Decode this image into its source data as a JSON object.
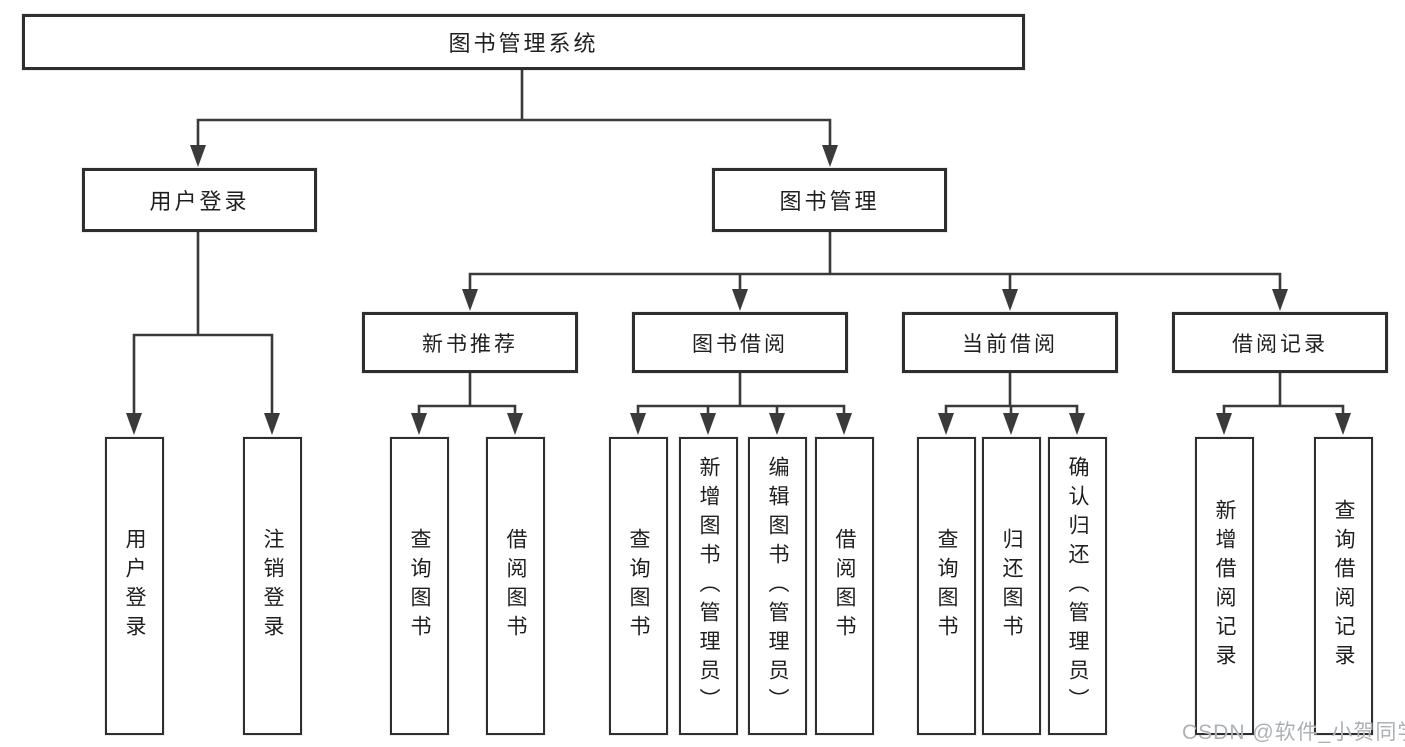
{
  "title": "图书管理系统",
  "watermark": "CSDN @软件_小贺同学",
  "colors": {
    "line": "#3a3a3a",
    "box_border": "#2e2e2e",
    "box_fill": "#ffffff",
    "text": "#1f1f1f",
    "watermark": "#a8adb2",
    "background": "#ffffff"
  },
  "tree": {
    "root": "图书管理系统",
    "children": [
      {
        "label": "用户登录",
        "leaves": [
          "用户登录",
          "注销登录"
        ]
      },
      {
        "label": "图书管理",
        "children": [
          {
            "label": "新书推荐",
            "leaves": [
              "查询图书",
              "借阅图书"
            ]
          },
          {
            "label": "图书借阅",
            "leaves": [
              "查询图书",
              "新增图书（管理员）",
              "编辑图书（管理员）",
              "借阅图书"
            ]
          },
          {
            "label": "当前借阅",
            "leaves": [
              "查询图书",
              "归还图书",
              "确认归还（管理员）"
            ]
          },
          {
            "label": "借阅记录",
            "leaves": [
              "新增借阅记录",
              "查询借阅记录"
            ]
          }
        ]
      }
    ]
  }
}
